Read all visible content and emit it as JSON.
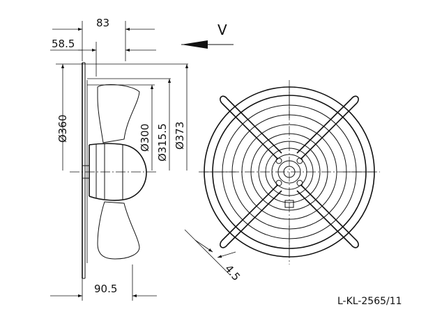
{
  "drawing": {
    "view_label": "V",
    "reference": "L-KL-2565/11",
    "dimensions": {
      "top_width": "83",
      "top_offset": "58.5",
      "dia_outer": "Ø360",
      "dia_300": "Ø300",
      "dia_315": "Ø315.5",
      "dia_373": "Ø373",
      "bottom_depth": "90.5",
      "wire_spacing": "4.5"
    }
  }
}
